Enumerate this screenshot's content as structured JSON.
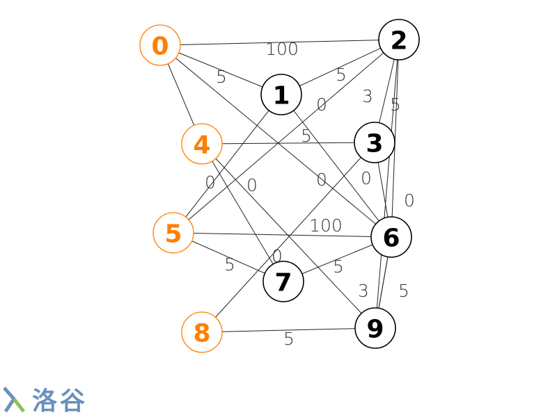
{
  "graph": {
    "nodes": [
      {
        "id": "0",
        "highlighted": true
      },
      {
        "id": "1",
        "highlighted": false
      },
      {
        "id": "2",
        "highlighted": false
      },
      {
        "id": "3",
        "highlighted": false
      },
      {
        "id": "4",
        "highlighted": true
      },
      {
        "id": "5",
        "highlighted": true
      },
      {
        "id": "6",
        "highlighted": false
      },
      {
        "id": "7",
        "highlighted": false
      },
      {
        "id": "8",
        "highlighted": true
      },
      {
        "id": "9",
        "highlighted": false
      }
    ],
    "edges": [
      {
        "from": "0",
        "to": "2",
        "label": "100"
      },
      {
        "from": "0",
        "to": "1",
        "label": "5"
      },
      {
        "from": "1",
        "to": "2",
        "label": "5"
      },
      {
        "from": "0",
        "to": "4",
        "label": ""
      },
      {
        "from": "0",
        "to": "6",
        "label": "0"
      },
      {
        "from": "2",
        "to": "5",
        "label": "0"
      },
      {
        "from": "4",
        "to": "3",
        "label": "5"
      },
      {
        "from": "1",
        "to": "5",
        "label": ""
      },
      {
        "from": "1",
        "to": "6",
        "label": ""
      },
      {
        "from": "2",
        "to": "3",
        "label": "3"
      },
      {
        "from": "2",
        "to": "9",
        "label": "5"
      },
      {
        "from": "2",
        "to": "6",
        "label": "0"
      },
      {
        "from": "3",
        "to": "6",
        "label": "0"
      },
      {
        "from": "4",
        "to": "7",
        "label": "0"
      },
      {
        "from": "4",
        "to": "9",
        "label": "0"
      },
      {
        "from": "5",
        "to": "6",
        "label": "100"
      },
      {
        "from": "5",
        "to": "7",
        "label": "5"
      },
      {
        "from": "7",
        "to": "6",
        "label": "5"
      },
      {
        "from": "8",
        "to": "3",
        "label": "0"
      },
      {
        "from": "8",
        "to": "9",
        "label": "5"
      },
      {
        "from": "6",
        "to": "9",
        "label": "3"
      },
      {
        "from": "9",
        "to": "6",
        "label": "5"
      }
    ],
    "colors": {
      "highlight": "#ff7f00",
      "default": "#000000"
    }
  },
  "watermark": {
    "text": "洛谷",
    "icon": "luogu-logo-icon"
  }
}
